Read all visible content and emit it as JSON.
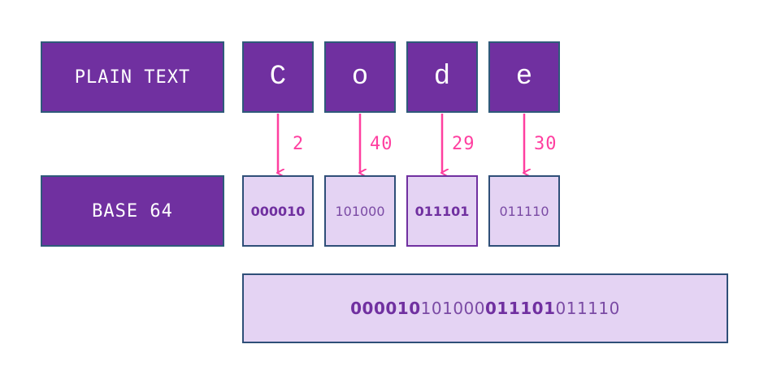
{
  "labels": {
    "plain_text": "PLAIN TEXT",
    "base64": "BASE 64"
  },
  "characters": [
    "C",
    "o",
    "d",
    "e"
  ],
  "indices": [
    "2",
    "40",
    "29",
    "30"
  ],
  "binaries": [
    "000010",
    "101000",
    "011101",
    "011110"
  ],
  "result": {
    "segments": [
      "000010",
      "101000",
      "011101",
      "011110"
    ],
    "bold": [
      true,
      false,
      true,
      false
    ]
  },
  "colors": {
    "dark_box": "#7030a0",
    "light_box": "#e4d3f3",
    "arrow": "#ff3fa0"
  }
}
